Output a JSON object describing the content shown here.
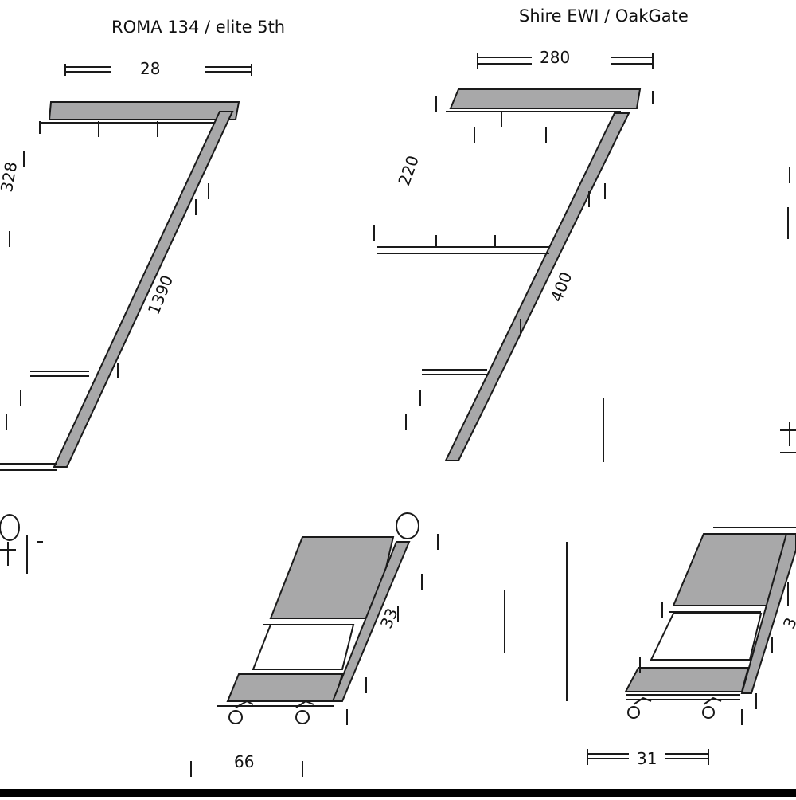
{
  "captions": {
    "left_top": "ROMA 134 / elite 5th",
    "right_top": "Shire EWI / OakGate"
  },
  "dimensions": {
    "left_top_width": "28",
    "right_top_width": "280",
    "left_height": "328",
    "left_slope": "1390",
    "right_height": "220",
    "right_slope": "400",
    "left_bottom_width": "66",
    "right_bottom_width": "31",
    "bottom_slope": "33",
    "right_bottom_slope": "3"
  },
  "colors": {
    "stroke": "#1a1a1a",
    "rail_fill": "#a8a8a9",
    "bar_fill": "#000000",
    "background": "#ffffff"
  }
}
